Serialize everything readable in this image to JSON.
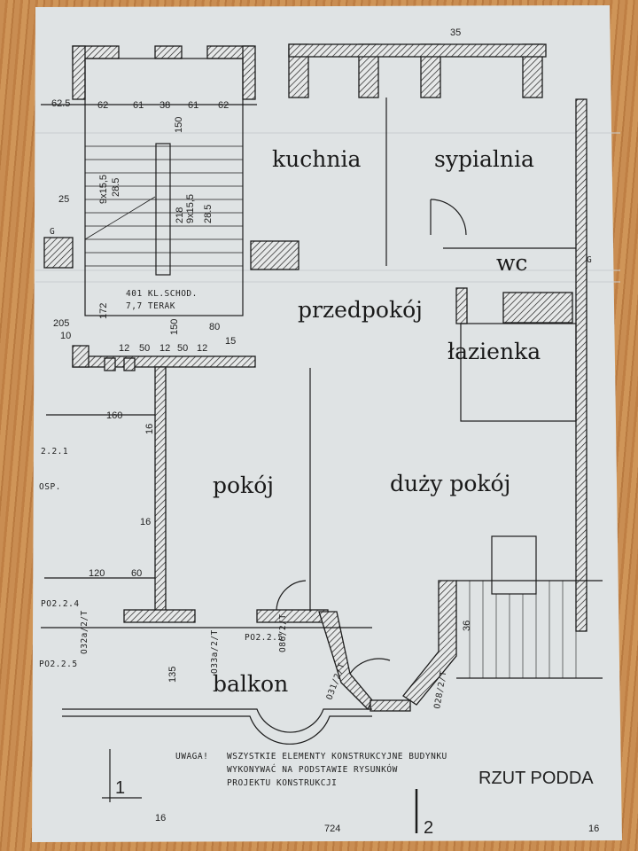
{
  "rooms": {
    "kitchen": "kuchnia",
    "bedroom": "sypialnia",
    "wc": "wc",
    "hall": "przedpokój",
    "bathroom": "łazienka",
    "room": "pokój",
    "living_room": "duży pokój",
    "balcony": "balkon"
  },
  "dimensions": {
    "top_row": [
      "62",
      "61",
      "38",
      "61",
      "62"
    ],
    "left_top": "62.5",
    "stair_a": "9x15,5",
    "stair_a2": "28.5",
    "stair_b": "9x15,5",
    "stair_b2": "28.5",
    "width_218": "218",
    "d150_top": "150",
    "d25": "25",
    "d172": "172",
    "d205": "205",
    "d10": "10",
    "d150": "150",
    "d80": "80",
    "d15": "15",
    "row_bottom": [
      "12",
      "50",
      "12",
      "50",
      "12"
    ],
    "d160": "160",
    "d16": "16",
    "d16b": "16",
    "d120": "120",
    "d60": "60",
    "d135": "135",
    "d36": "36",
    "d35": "35"
  },
  "labels": {
    "stair_area": "401 KL.SCHOD.",
    "stair_floor": "7,7 TERAK",
    "section_221": "2.2.1",
    "po224": "PO2.2.4",
    "po225_left": "PO2.2.5",
    "po225": "PO2.2.5",
    "window_1": "O33a/2/T",
    "window_2": "O86/2/T",
    "window_3": "O31/2/T",
    "window_4": "O28/2/T",
    "window_5": "O32a/2/T",
    "g_marker": "G",
    "opsp": "OSP."
  },
  "note": {
    "lead": "UWAGA!",
    "line1": "WSZYSTKIE ELEMENTY KONSTRUKCYJNE BUDYNKU",
    "line2": "WYKONYWAĆ NA PODSTAWIE RYSUNKÓW",
    "line3": "PROJEKTU KONSTRUKCJI"
  },
  "title": "RZUT PODDA",
  "axis_markers": {
    "axis1": "1",
    "axis2": "2"
  },
  "bottom_marks": {
    "left": "16",
    "center": "724",
    "right": "16"
  },
  "colors": {
    "paper": "#dfe3e4",
    "ink": "#1c1c1c",
    "wood": "#c4834a"
  }
}
